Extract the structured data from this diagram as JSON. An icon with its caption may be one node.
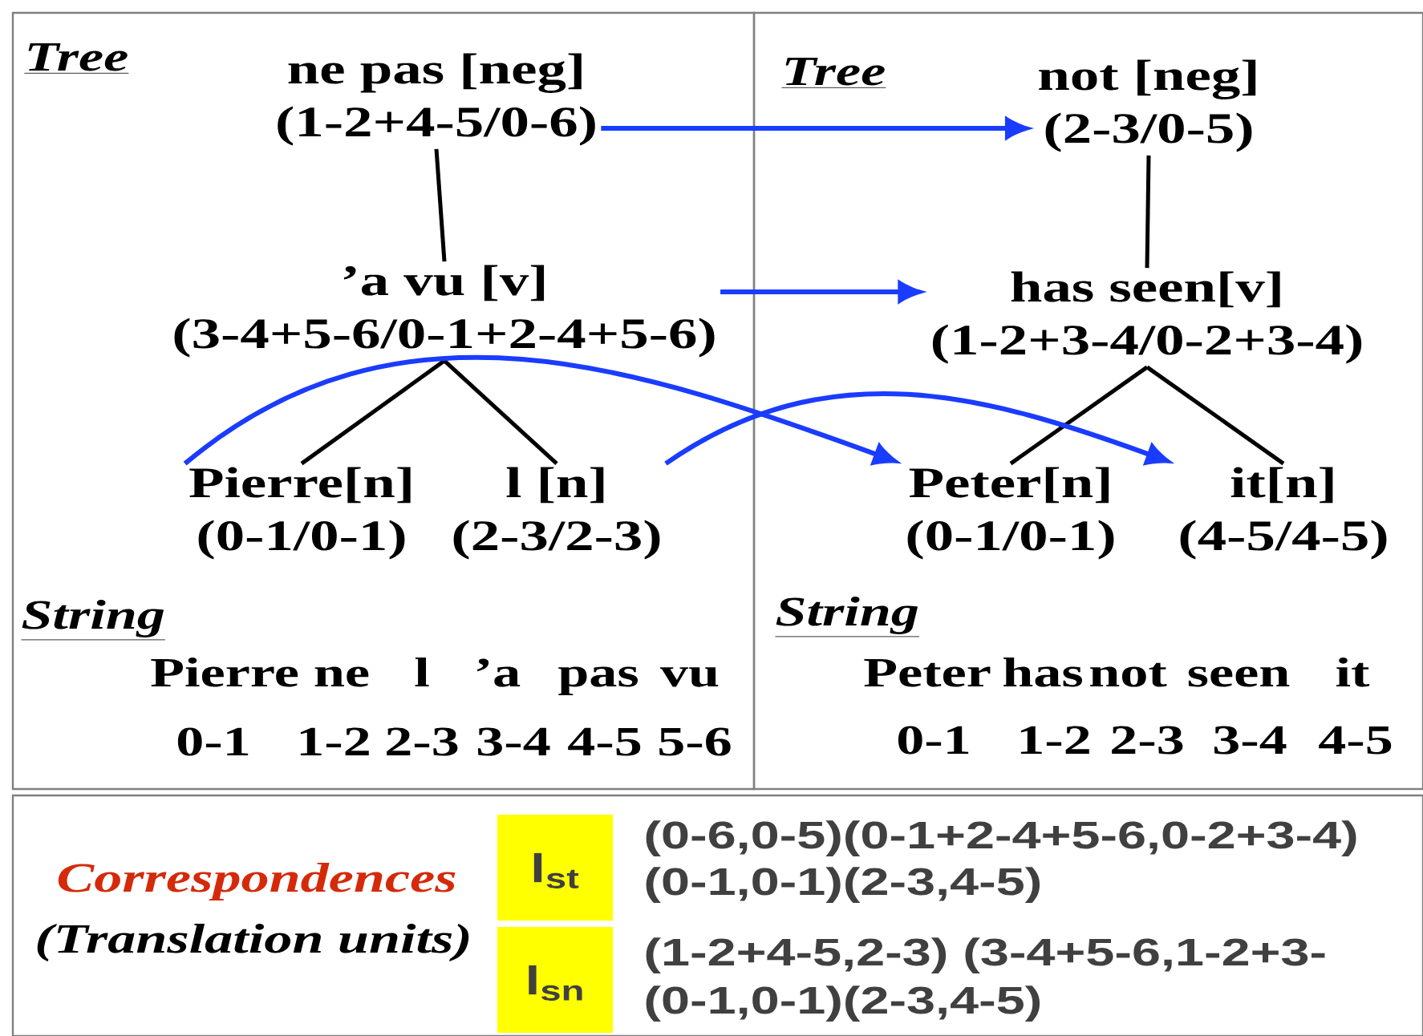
{
  "diagram": {
    "nodes": [
      {
        "text": [
          "ne pas [neg]",
          "(1-2+4-5/0-6)"
        ]
      },
      {
        "text": [
          "’a vu [v]",
          "(3-4+5-6/0-1+2-4+5-6)"
        ]
      },
      {
        "text": [
          "Pierre[n]",
          "(0-1/0-1)"
        ]
      },
      {
        "text": [
          "l [n]",
          "(2-3/2-3)"
        ]
      },
      {
        "text": [
          "not [neg]",
          "(2-3/0-5)"
        ]
      },
      {
        "text": [
          "has seen[v]",
          "(1-2+3-4/0-2+3-4)"
        ]
      },
      {
        "text": [
          "Peter[n]",
          "(0-1/0-1)"
        ]
      },
      {
        "text": [
          "it[n]",
          "(4-5/4-5)"
        ]
      },
      {
        "text": [
          "l$_{st}$"
        ]
      },
      {
        "text": [
          "l$_{sn}$"
        ]
      }
    ],
    "edges": [
      {
        "from": 0,
        "to": 1,
        "arrow": "none"
      },
      {
        "from": 1,
        "to": 2,
        "arrow": "none"
      },
      {
        "from": 1,
        "to": 3,
        "arrow": "none"
      },
      {
        "from": 4,
        "to": 5,
        "arrow": "none"
      },
      {
        "from": 5,
        "to": 6,
        "arrow": "none"
      },
      {
        "from": 5,
        "to": 7,
        "arrow": "none"
      },
      {
        "from": 0,
        "to": 4,
        "arrow": "to",
        "color": "#1a3cff"
      },
      {
        "from": 1,
        "to": 5,
        "arrow": "to",
        "color": "#1a3cff"
      },
      {
        "from": 2,
        "to": 6,
        "arrow": "to",
        "color": "#1a3cff"
      },
      {
        "from": 3,
        "to": 7,
        "arrow": "to",
        "color": "#1a3cff"
      }
    ],
    "labels": [
      "Tree",
      "Tree",
      "String",
      "String",
      "Pierre",
      "ne",
      "l",
      "’a",
      "pas",
      "vu",
      "0-1",
      "1-2",
      "2-3",
      "3-4",
      "4-5",
      "5-6",
      "Peter",
      "has",
      "not",
      "seen",
      "it",
      "0-1",
      "1-2",
      "2-3",
      "3-4",
      "4-5",
      "Correspondences",
      "(Translation units)",
      "(0-6,0-5)(0-1+2-4+5-6,0-2+3-4)",
      "(0-1,0-1)(2-3,4-5)",
      "(1-2+4-5,2-3) (3-4+5-6,1-2+3-",
      "(0-1,0-1)(2-3,4-5)"
    ]
  }
}
